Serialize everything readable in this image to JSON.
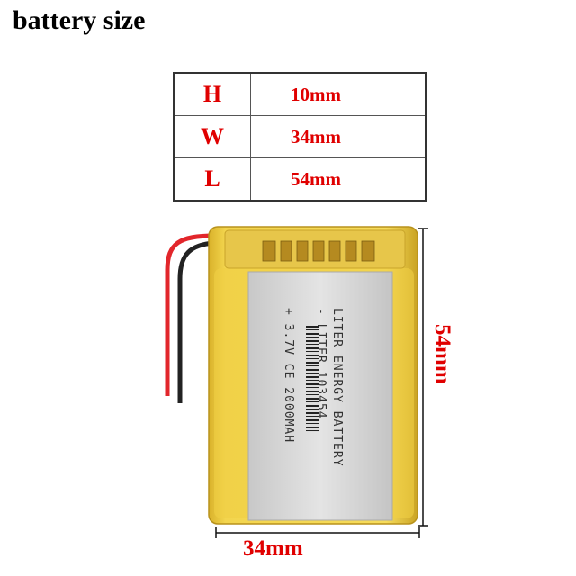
{
  "title": "battery size",
  "dimensions": [
    {
      "key": "H",
      "value": "10mm"
    },
    {
      "key": "W",
      "value": "34mm"
    },
    {
      "key": "L",
      "value": "54mm"
    }
  ],
  "label": {
    "line1": "LITER ENERGY BATTERY",
    "line2": "- LITER          103454",
    "line3": "+ 3.7V CE  2000MAH"
  },
  "width_label": "34mm",
  "length_label": "54mm",
  "colors": {
    "accent": "#e00000",
    "battery_body": "#f2d24a",
    "label": "#d6d6d6"
  }
}
